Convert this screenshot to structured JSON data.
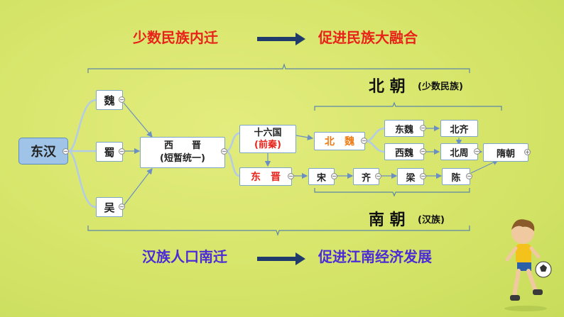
{
  "top_banner": {
    "left": "少数民族内迁",
    "right": "促进民族大融合"
  },
  "bottom_banner": {
    "left": "汉族人口南迁",
    "right": "促进江南经济发展"
  },
  "north_label": {
    "title": "北 朝",
    "note": "(少数民族)"
  },
  "south_label": {
    "title": "南 朝",
    "note": "(汉族)"
  },
  "nodes": {
    "donghan": "东汉",
    "wei": "魏",
    "shu": "蜀",
    "wu": "吴",
    "xijin_line1": "西　　晋",
    "xijin_line2": "(短暂统一)",
    "shiliuguo_line1": "十六国",
    "shiliuguo_line2": "(前秦)",
    "beiwei": "北　魏",
    "dongjin": "东　晋",
    "dongwei": "东魏",
    "xiwei": "西魏",
    "beiqi": "北齐",
    "beizhou": "北周",
    "suichao": "隋朝",
    "song": "宋",
    "qi": "齐",
    "liang": "梁",
    "chen": "陈"
  },
  "colors": {
    "accent_red": "#e8231a",
    "accent_purple": "#4a2bd6",
    "arrow_navy": "#1f3a6b",
    "node_blue": "#9fc4e8"
  }
}
